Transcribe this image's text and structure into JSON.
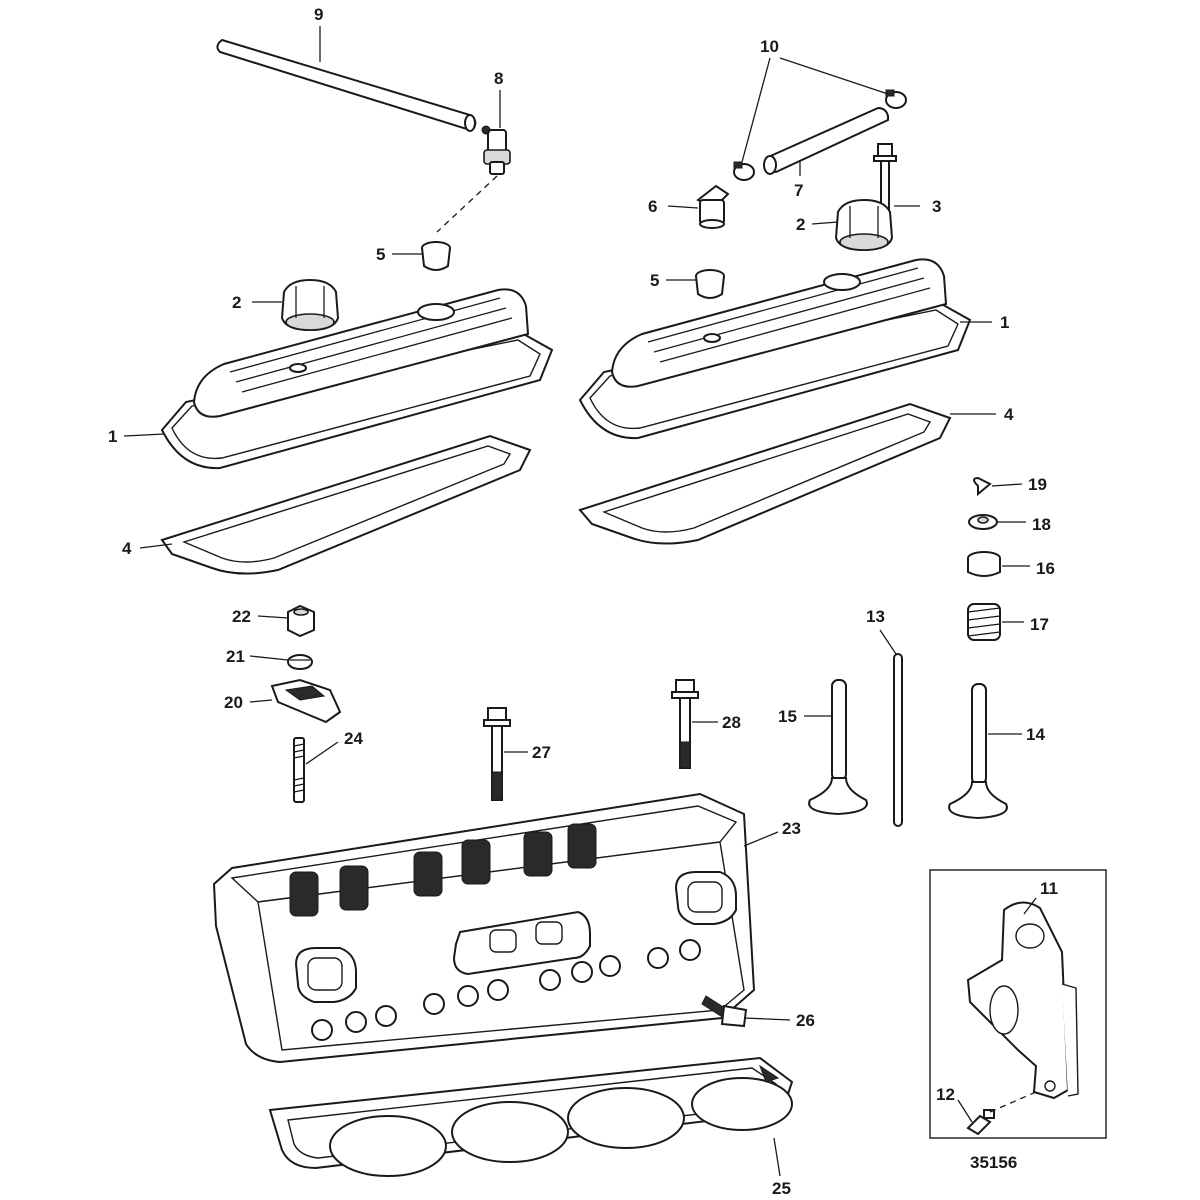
{
  "diagram_id": "35156",
  "callouts": [
    {
      "id": "c9",
      "text": "9"
    },
    {
      "id": "c8",
      "text": "8"
    },
    {
      "id": "c10",
      "text": "10"
    },
    {
      "id": "c7",
      "text": "7"
    },
    {
      "id": "c6",
      "text": "6"
    },
    {
      "id": "c3",
      "text": "3"
    },
    {
      "id": "c2a",
      "text": "2"
    },
    {
      "id": "c2b",
      "text": "2"
    },
    {
      "id": "c5a",
      "text": "5"
    },
    {
      "id": "c5b",
      "text": "5"
    },
    {
      "id": "c1a",
      "text": "1"
    },
    {
      "id": "c1b",
      "text": "1"
    },
    {
      "id": "c4a",
      "text": "4"
    },
    {
      "id": "c4b",
      "text": "4"
    },
    {
      "id": "c19",
      "text": "19"
    },
    {
      "id": "c18",
      "text": "18"
    },
    {
      "id": "c16",
      "text": "16"
    },
    {
      "id": "c17",
      "text": "17"
    },
    {
      "id": "c22",
      "text": "22"
    },
    {
      "id": "c21",
      "text": "21"
    },
    {
      "id": "c20",
      "text": "20"
    },
    {
      "id": "c24",
      "text": "24"
    },
    {
      "id": "c13",
      "text": "13"
    },
    {
      "id": "c15",
      "text": "15"
    },
    {
      "id": "c14",
      "text": "14"
    },
    {
      "id": "c27",
      "text": "27"
    },
    {
      "id": "c28",
      "text": "28"
    },
    {
      "id": "c23",
      "text": "23"
    },
    {
      "id": "c26",
      "text": "26"
    },
    {
      "id": "c11",
      "text": "11"
    },
    {
      "id": "c12",
      "text": "12"
    },
    {
      "id": "c25",
      "text": "25"
    }
  ]
}
